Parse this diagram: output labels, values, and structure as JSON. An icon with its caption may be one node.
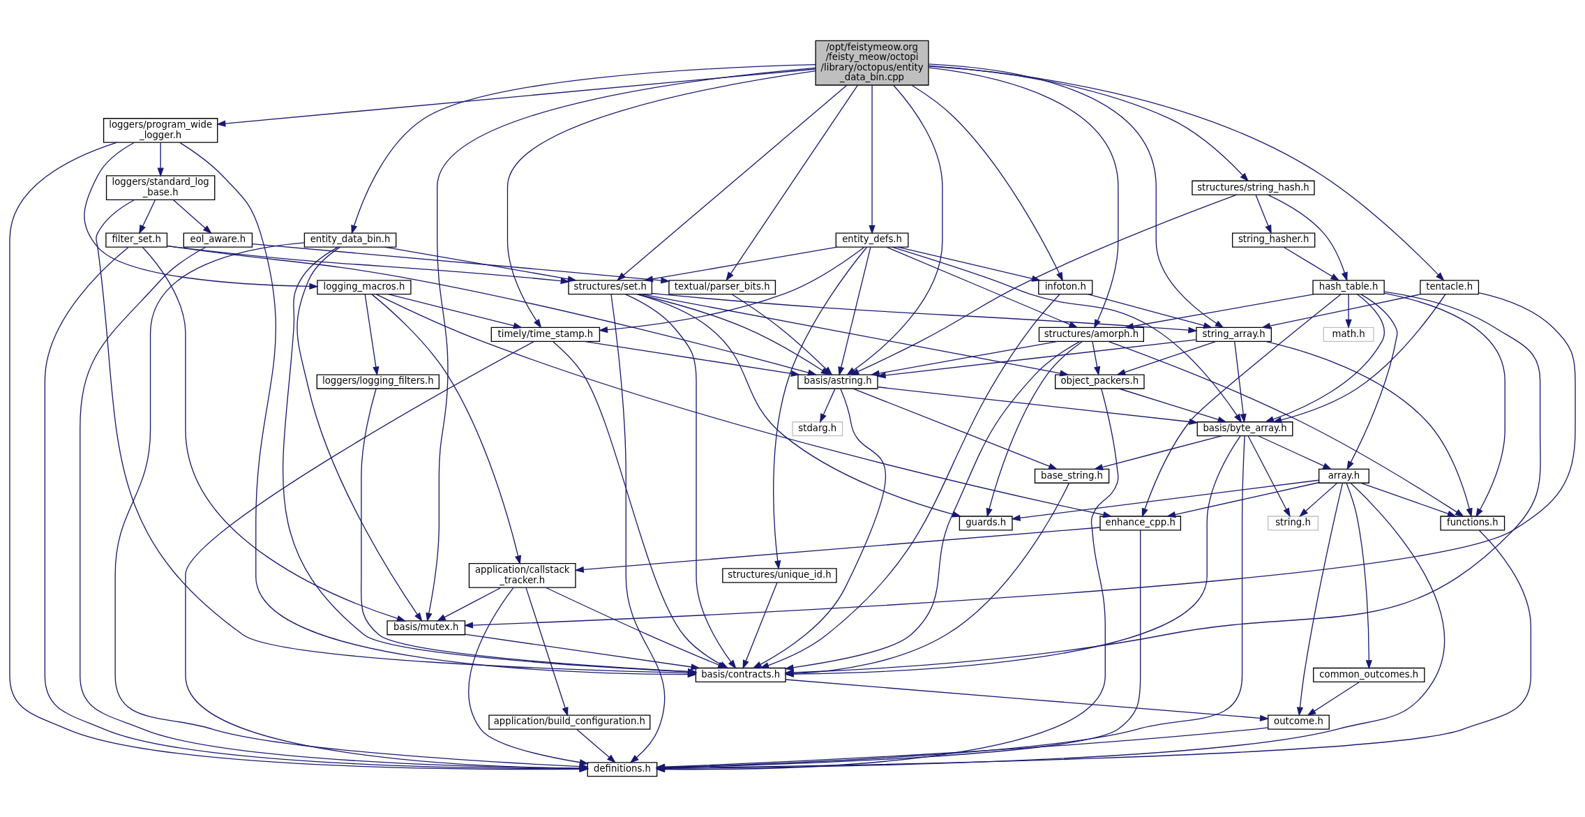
{
  "diagram": {
    "nodes": [
      {
        "text": [
          "/opt/feistymeow.org /feisty_meow/octopi /library/octopus/entity _data_bin.cpp"
        ]
      },
      {
        "text": [
          "loggers/program_wide _logger.h"
        ]
      },
      {
        "text": [
          "structures/string_hash.h"
        ]
      },
      {
        "text": [
          "loggers/standard_log _base.h"
        ]
      },
      {
        "text": [
          "string_hasher.h"
        ]
      },
      {
        "text": [
          "entity_defs.h"
        ]
      },
      {
        "text": [
          "filter_set.h"
        ]
      },
      {
        "text": [
          "eol_aware.h"
        ]
      },
      {
        "text": [
          "entity_data_bin.h"
        ]
      },
      {
        "text": [
          "infoton.h"
        ]
      },
      {
        "text": [
          "tentacle.h"
        ]
      },
      {
        "text": [
          "hash_table.h"
        ]
      },
      {
        "text": [
          "structures/set.h"
        ]
      },
      {
        "text": [
          "textual/parser_bits.h"
        ]
      },
      {
        "text": [
          "logging_macros.h"
        ]
      },
      {
        "text": [
          "string_array.h"
        ]
      },
      {
        "text": [
          "structures/amorph.h"
        ]
      },
      {
        "text": [
          "math.h"
        ]
      },
      {
        "text": [
          "timely/time_stamp.h"
        ]
      },
      {
        "text": [
          "object_packers.h"
        ]
      },
      {
        "text": [
          "basis/astring.h"
        ]
      },
      {
        "text": [
          "loggers/logging_filters.h"
        ]
      },
      {
        "text": [
          "basis/byte_array.h"
        ]
      },
      {
        "text": [
          "stdarg.h"
        ]
      },
      {
        "text": [
          "array.h"
        ]
      },
      {
        "text": [
          "base_string.h"
        ]
      },
      {
        "text": [
          "functions.h"
        ]
      },
      {
        "text": [
          "string.h"
        ]
      },
      {
        "text": [
          "guards.h"
        ]
      },
      {
        "text": [
          "enhance_cpp.h"
        ]
      },
      {
        "text": [
          "application/callstack _tracker.h"
        ]
      },
      {
        "text": [
          "structures/unique_id.h"
        ]
      },
      {
        "text": [
          "basis/mutex.h"
        ]
      },
      {
        "text": [
          "basis/contracts.h"
        ]
      },
      {
        "text": [
          "common_outcomes.h"
        ]
      },
      {
        "text": [
          "application/build_configuration.h"
        ]
      },
      {
        "text": [
          "outcome.h"
        ]
      },
      {
        "text": [
          "definitions.h"
        ]
      }
    ],
    "edges": [
      {
        "from": 0,
        "to": 15,
        "arrow": "to"
      },
      {
        "from": 0,
        "to": 9,
        "arrow": "to"
      },
      {
        "from": 0,
        "to": 10,
        "arrow": "to"
      },
      {
        "from": 0,
        "to": 16,
        "arrow": "to"
      },
      {
        "from": 0,
        "to": 2,
        "arrow": "to"
      },
      {
        "from": 0,
        "to": 5,
        "arrow": "to"
      },
      {
        "from": 0,
        "to": 12,
        "arrow": "to"
      },
      {
        "from": 0,
        "to": 20,
        "arrow": "to"
      },
      {
        "from": 0,
        "to": 13,
        "arrow": "to"
      },
      {
        "from": 0,
        "to": 18,
        "arrow": "to"
      },
      {
        "from": 0,
        "to": 32,
        "arrow": "to"
      },
      {
        "from": 0,
        "to": 1,
        "arrow": "to"
      },
      {
        "from": 0,
        "to": 8,
        "arrow": "to"
      },
      {
        "from": 1,
        "to": 3,
        "arrow": "to"
      },
      {
        "from": 1,
        "to": 33,
        "arrow": "to"
      },
      {
        "from": 1,
        "to": 14,
        "arrow": "to"
      },
      {
        "from": 1,
        "to": 37,
        "arrow": "to"
      },
      {
        "from": 2,
        "to": 4,
        "arrow": "to"
      },
      {
        "from": 2,
        "to": 11,
        "arrow": "to"
      },
      {
        "from": 2,
        "to": 20,
        "arrow": "to"
      },
      {
        "from": 3,
        "to": 6,
        "arrow": "to"
      },
      {
        "from": 3,
        "to": 7,
        "arrow": "to"
      },
      {
        "from": 3,
        "to": 33,
        "arrow": "to"
      },
      {
        "from": 4,
        "to": 11,
        "arrow": "to"
      },
      {
        "from": 5,
        "to": 9,
        "arrow": "to"
      },
      {
        "from": 5,
        "to": 16,
        "arrow": "to"
      },
      {
        "from": 5,
        "to": 22,
        "arrow": "to"
      },
      {
        "from": 5,
        "to": 31,
        "arrow": "to"
      },
      {
        "from": 5,
        "to": 12,
        "arrow": "to"
      },
      {
        "from": 5,
        "to": 20,
        "arrow": "to"
      },
      {
        "from": 5,
        "to": 18,
        "arrow": "to"
      },
      {
        "from": 6,
        "to": 12,
        "arrow": "to"
      },
      {
        "from": 6,
        "to": 20,
        "arrow": "to"
      },
      {
        "from": 6,
        "to": 32,
        "arrow": "to"
      },
      {
        "from": 6,
        "to": 37,
        "arrow": "to"
      },
      {
        "from": 7,
        "to": 13,
        "arrow": "to"
      },
      {
        "from": 7,
        "to": 37,
        "arrow": "to"
      },
      {
        "from": 8,
        "to": 12,
        "arrow": "to"
      },
      {
        "from": 8,
        "to": 32,
        "arrow": "to"
      },
      {
        "from": 8,
        "to": 33,
        "arrow": "to"
      },
      {
        "from": 8,
        "to": 37,
        "arrow": "to"
      },
      {
        "from": 9,
        "to": 15,
        "arrow": "to"
      },
      {
        "from": 9,
        "to": 33,
        "arrow": "to"
      },
      {
        "from": 10,
        "to": 15,
        "arrow": "to"
      },
      {
        "from": 10,
        "to": 22,
        "arrow": "to"
      },
      {
        "from": 10,
        "to": 32,
        "arrow": "to"
      },
      {
        "from": 11,
        "to": 16,
        "arrow": "to"
      },
      {
        "from": 11,
        "to": 17,
        "arrow": "to"
      },
      {
        "from": 11,
        "to": 26,
        "arrow": "to"
      },
      {
        "from": 11,
        "to": 24,
        "arrow": "to"
      },
      {
        "from": 11,
        "to": 22,
        "arrow": "to"
      },
      {
        "from": 11,
        "to": 33,
        "arrow": "to"
      },
      {
        "from": 11,
        "to": 29,
        "arrow": "to"
      },
      {
        "from": 12,
        "to": 15,
        "arrow": "to"
      },
      {
        "from": 12,
        "to": 19,
        "arrow": "to"
      },
      {
        "from": 12,
        "to": 20,
        "arrow": "to"
      },
      {
        "from": 12,
        "to": 28,
        "arrow": "to"
      },
      {
        "from": 12,
        "to": 33,
        "arrow": "to"
      },
      {
        "from": 12,
        "to": 37,
        "arrow": "to"
      },
      {
        "from": 13,
        "to": 20,
        "arrow": "to"
      },
      {
        "from": 14,
        "to": 18,
        "arrow": "to"
      },
      {
        "from": 14,
        "to": 21,
        "arrow": "to"
      },
      {
        "from": 14,
        "to": 29,
        "arrow": "to"
      },
      {
        "from": 14,
        "to": 30,
        "arrow": "to"
      },
      {
        "from": 15,
        "to": 19,
        "arrow": "to"
      },
      {
        "from": 15,
        "to": 22,
        "arrow": "to"
      },
      {
        "from": 15,
        "to": 26,
        "arrow": "to"
      },
      {
        "from": 15,
        "to": 20,
        "arrow": "to"
      },
      {
        "from": 16,
        "to": 19,
        "arrow": "to"
      },
      {
        "from": 16,
        "to": 20,
        "arrow": "to"
      },
      {
        "from": 16,
        "to": 26,
        "arrow": "to"
      },
      {
        "from": 16,
        "to": 28,
        "arrow": "to"
      },
      {
        "from": 16,
        "to": 33,
        "arrow": "to"
      },
      {
        "from": 18,
        "to": 20,
        "arrow": "to"
      },
      {
        "from": 18,
        "to": 33,
        "arrow": "to"
      },
      {
        "from": 18,
        "to": 37,
        "arrow": "to"
      },
      {
        "from": 19,
        "to": 22,
        "arrow": "to"
      },
      {
        "from": 19,
        "to": 37,
        "arrow": "to"
      },
      {
        "from": 20,
        "to": 22,
        "arrow": "to"
      },
      {
        "from": 20,
        "to": 23,
        "arrow": "to"
      },
      {
        "from": 20,
        "to": 25,
        "arrow": "to"
      },
      {
        "from": 20,
        "to": 33,
        "arrow": "to"
      },
      {
        "from": 21,
        "to": 33,
        "arrow": "to"
      },
      {
        "from": 22,
        "to": 24,
        "arrow": "to"
      },
      {
        "from": 22,
        "to": 27,
        "arrow": "to"
      },
      {
        "from": 22,
        "to": 25,
        "arrow": "to"
      },
      {
        "from": 22,
        "to": 33,
        "arrow": "to"
      },
      {
        "from": 22,
        "to": 37,
        "arrow": "to"
      },
      {
        "from": 24,
        "to": 26,
        "arrow": "to"
      },
      {
        "from": 24,
        "to": 27,
        "arrow": "to"
      },
      {
        "from": 24,
        "to": 28,
        "arrow": "to"
      },
      {
        "from": 24,
        "to": 29,
        "arrow": "to"
      },
      {
        "from": 24,
        "to": 37,
        "arrow": "to"
      },
      {
        "from": 24,
        "to": 34,
        "arrow": "to"
      },
      {
        "from": 24,
        "to": 36,
        "arrow": "to"
      },
      {
        "from": 25,
        "to": 33,
        "arrow": "to"
      },
      {
        "from": 26,
        "to": 37,
        "arrow": "to"
      },
      {
        "from": 29,
        "to": 30,
        "arrow": "to"
      },
      {
        "from": 29,
        "to": 37,
        "arrow": "to"
      },
      {
        "from": 30,
        "to": 32,
        "arrow": "to"
      },
      {
        "from": 30,
        "to": 33,
        "arrow": "to"
      },
      {
        "from": 30,
        "to": 35,
        "arrow": "to"
      },
      {
        "from": 30,
        "to": 37,
        "arrow": "to"
      },
      {
        "from": 31,
        "to": 33,
        "arrow": "to"
      },
      {
        "from": 32,
        "to": 33,
        "arrow": "to"
      },
      {
        "from": 33,
        "to": 36,
        "arrow": "to"
      },
      {
        "from": 34,
        "to": 36,
        "arrow": "to"
      },
      {
        "from": 35,
        "to": 37,
        "arrow": "to"
      },
      {
        "from": 36,
        "to": 37,
        "arrow": "to"
      }
    ]
  }
}
